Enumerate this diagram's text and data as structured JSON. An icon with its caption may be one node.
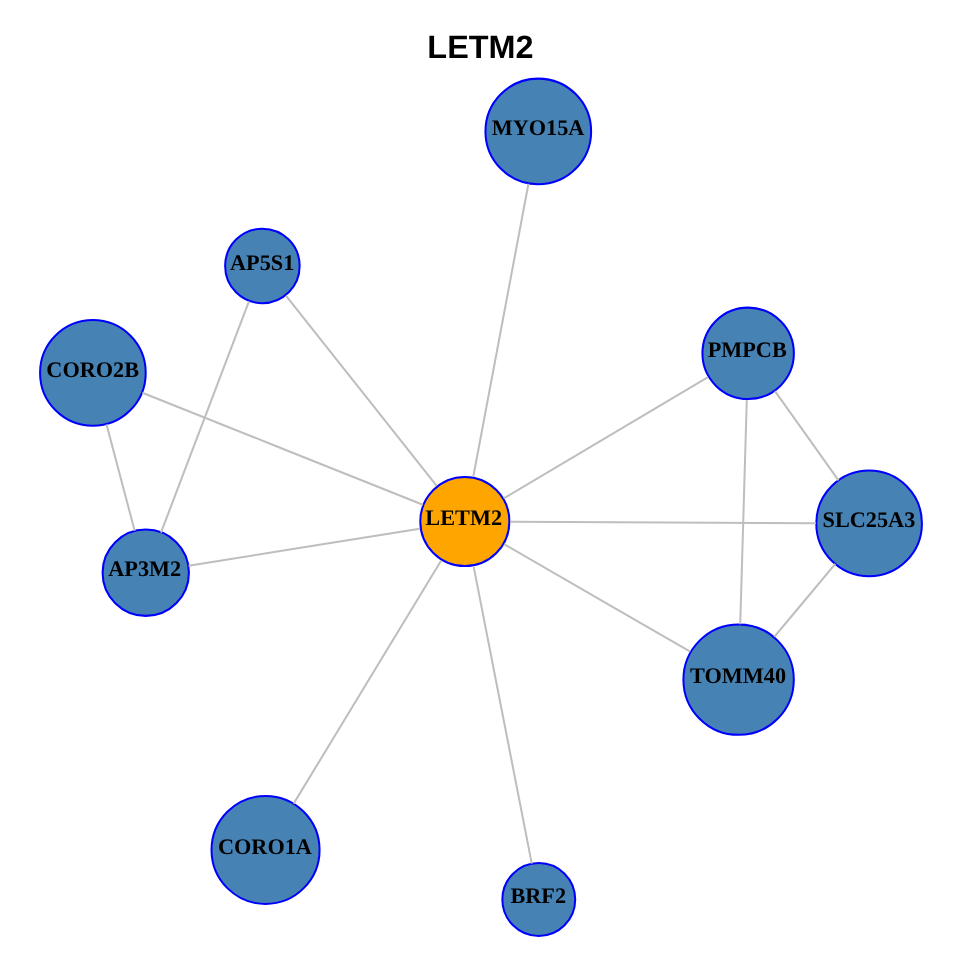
{
  "diagram": {
    "title": "LETM2",
    "nodes": [
      {
        "text": [
          "CORO2B"
        ]
      },
      {
        "text": [
          "MYO15A"
        ]
      },
      {
        "text": [
          "AP3M2"
        ]
      },
      {
        "text": [
          "AP5S1"
        ]
      },
      {
        "text": [
          "PMPCB"
        ]
      },
      {
        "text": [
          "LETM2"
        ]
      },
      {
        "text": [
          "TOMM40"
        ]
      },
      {
        "text": [
          "SLC25A3"
        ]
      },
      {
        "text": [
          "CORO1A"
        ]
      },
      {
        "text": [
          "BRF2"
        ]
      }
    ],
    "edges": [
      {
        "from": 5,
        "to": 0,
        "arrow": "none"
      },
      {
        "from": 5,
        "to": 1,
        "arrow": "none"
      },
      {
        "from": 5,
        "to": 2,
        "arrow": "none"
      },
      {
        "from": 5,
        "to": 3,
        "arrow": "none"
      },
      {
        "from": 5,
        "to": 4,
        "arrow": "none"
      },
      {
        "from": 5,
        "to": 6,
        "arrow": "none"
      },
      {
        "from": 5,
        "to": 7,
        "arrow": "none"
      },
      {
        "from": 5,
        "to": 8,
        "arrow": "none"
      },
      {
        "from": 5,
        "to": 9,
        "arrow": "none"
      },
      {
        "from": 0,
        "to": 2,
        "arrow": "none"
      },
      {
        "from": 2,
        "to": 3,
        "arrow": "none"
      },
      {
        "from": 4,
        "to": 6,
        "arrow": "none"
      },
      {
        "from": 4,
        "to": 7,
        "arrow": "none"
      },
      {
        "from": 6,
        "to": 7,
        "arrow": "none"
      }
    ]
  }
}
